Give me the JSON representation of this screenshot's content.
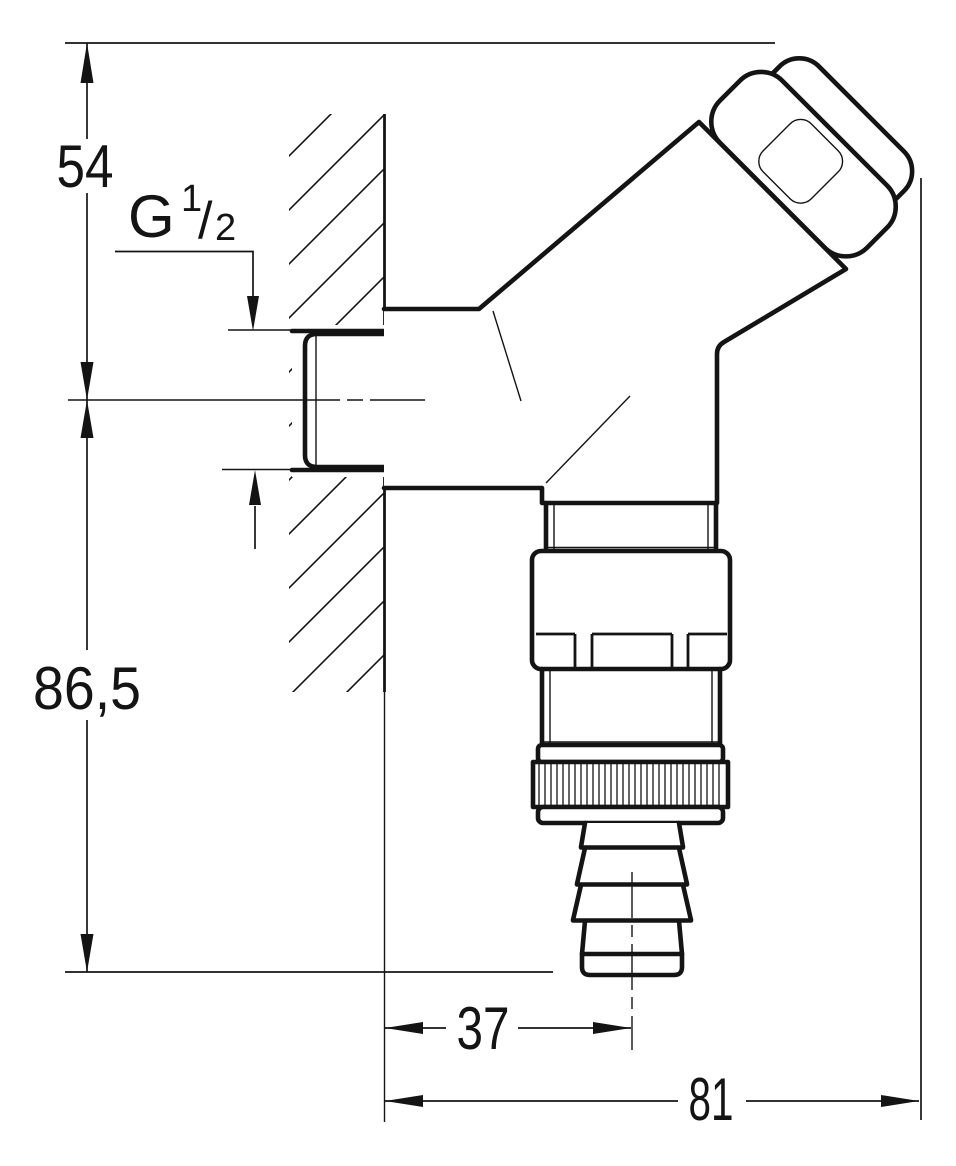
{
  "drawing": {
    "dimensions": {
      "top_height": "54",
      "overall_height": "86,5",
      "outlet_offset": "37",
      "overall_depth": "81"
    },
    "thread_label": {
      "letter": "G",
      "numerator": "1",
      "slash": "/",
      "denominator": "2"
    },
    "colors": {
      "line": "#141414",
      "background": "#ffffff"
    }
  }
}
